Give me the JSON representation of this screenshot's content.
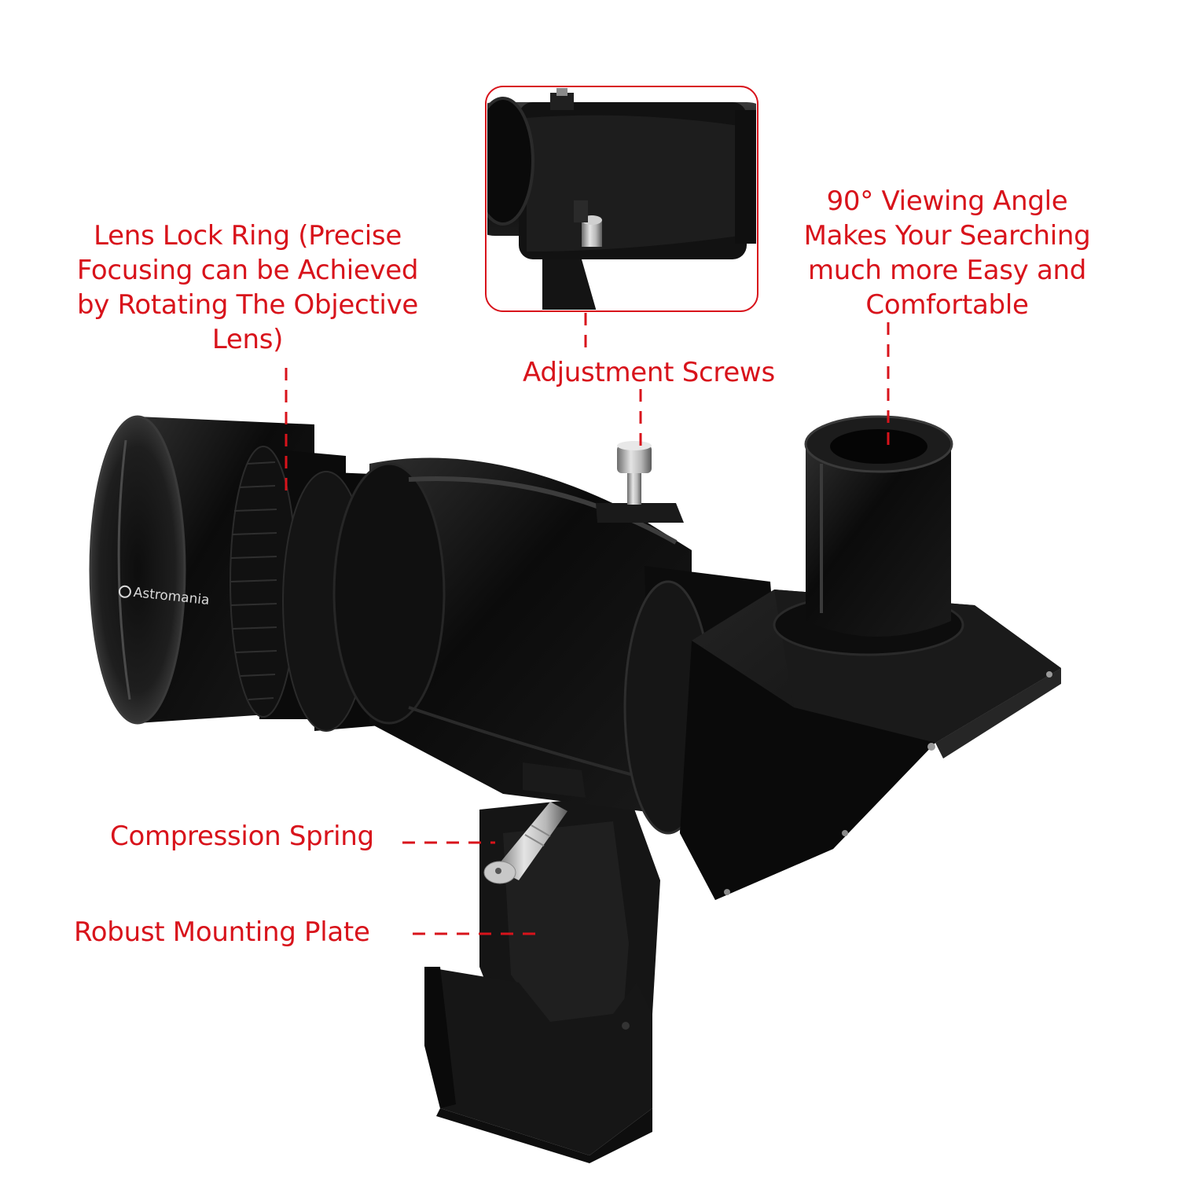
{
  "accent_color": "#d8131b",
  "brand": "Astromania",
  "callouts": {
    "lens_lock_ring": "Lens Lock Ring (Precise\nFocusing can be Achieved\nby Rotating The Objective\nLens)",
    "viewing_angle": "90° Viewing Angle\nMakes Your Searching\nmuch more Easy and\nComfortable",
    "adjustment_screws": "Adjustment Screws",
    "compression_spring": "Compression Spring",
    "mounting_plate": "Robust Mounting Plate"
  }
}
